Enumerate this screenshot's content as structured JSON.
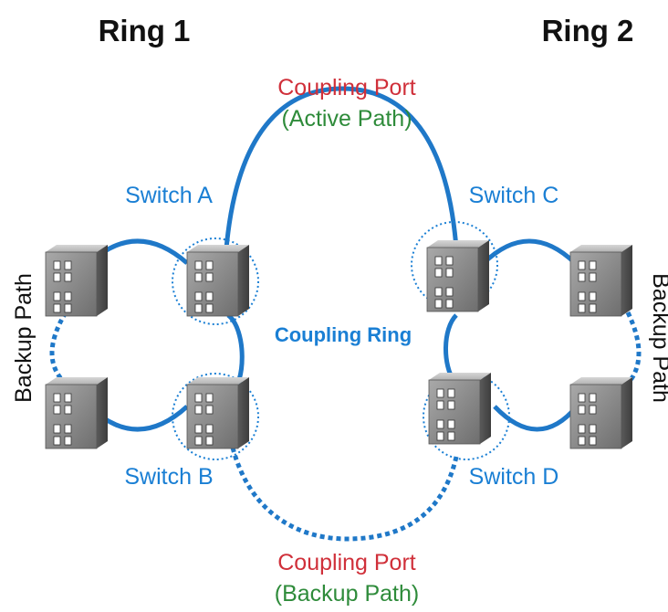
{
  "colors": {
    "ring_line": "#1f78c8",
    "switch_label": "#1a7fd4",
    "port_red": "#d0303a",
    "path_green": "#2e8b3a",
    "text_dark": "#111111",
    "switch_body": "#8a8a8a"
  },
  "ring_titles": {
    "left": "Ring 1",
    "right": "Ring 2"
  },
  "coupling_top": {
    "port": "Coupling Port",
    "path": "(Active Path)"
  },
  "coupling_bottom": {
    "port": "Coupling Port",
    "path": "(Backup Path)"
  },
  "switches": {
    "a": "Switch A",
    "b": "Switch B",
    "c": "Switch C",
    "d": "Switch D"
  },
  "coupling_ring": "Coupling Ring",
  "backup_left": "Backup Path",
  "backup_right": "Backup Path",
  "icons": [
    "switch-icon"
  ]
}
